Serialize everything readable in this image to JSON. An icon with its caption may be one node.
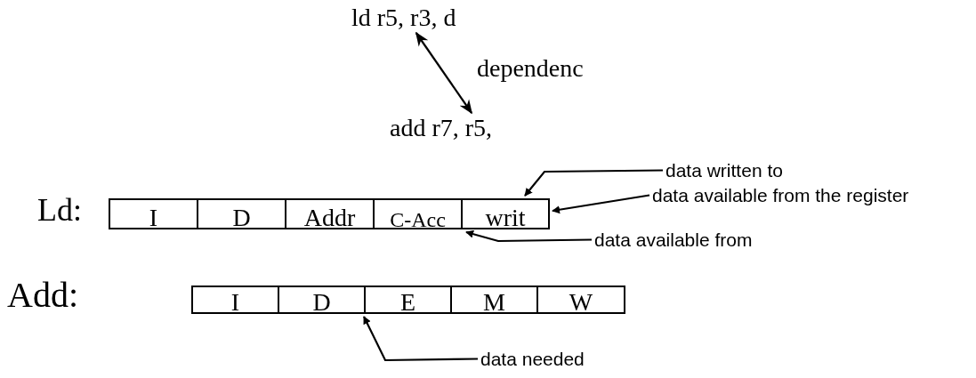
{
  "diagram": {
    "nodes": [
      {
        "text": [
          "ld  r5, r3, d"
        ]
      },
      {
        "text": [
          "add r7, r5,"
        ]
      },
      {
        "text": [
          "I"
        ]
      },
      {
        "text": [
          "D"
        ]
      },
      {
        "text": [
          "Addr"
        ]
      },
      {
        "text": [
          "C-Acc"
        ]
      },
      {
        "text": [
          "writ"
        ]
      },
      {
        "text": [
          "data written to"
        ]
      },
      {
        "text": [
          "data available from the register"
        ]
      },
      {
        "text": [
          "data available from"
        ]
      },
      {
        "text": [
          "I"
        ]
      },
      {
        "text": [
          "D"
        ]
      },
      {
        "text": [
          "E"
        ]
      },
      {
        "text": [
          "M"
        ]
      },
      {
        "text": [
          "W"
        ]
      },
      {
        "text": [
          "data needed"
        ]
      }
    ],
    "edges": [
      {
        "from": 0,
        "to": 1,
        "arrow": "both",
        "label": "dependenc"
      },
      {
        "from": 7,
        "to": 6,
        "arrow": "to"
      },
      {
        "from": 8,
        "to": 6,
        "arrow": "to"
      },
      {
        "from": 9,
        "to": 6,
        "arrow": "to"
      },
      {
        "from": 15,
        "to": 11,
        "arrow": "to"
      }
    ],
    "labels": [
      "Ld:",
      "Add:"
    ]
  }
}
